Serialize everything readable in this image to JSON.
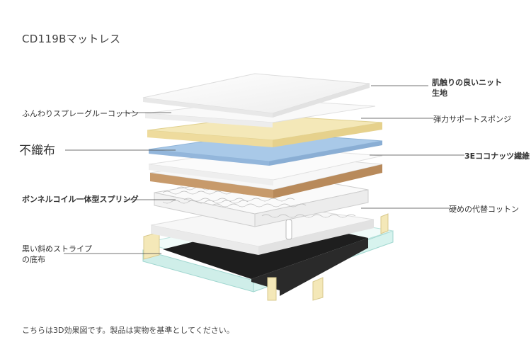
{
  "title": "CD119Bマットレス",
  "footnote": "こちらは3D効果図です。製品は実物を基準としてください。",
  "labels": {
    "top_knit_line1": "肌触りの良いニット",
    "top_knit_line2": "生地",
    "cotton_spray": "ふんわりスプレーグルーコットン",
    "support_sponge": "弾力サポートスポンジ",
    "nonwoven": "不織布",
    "coconut": "3Eココナッツ繊維",
    "spring": "ボンネルコイル一体型スプリング",
    "hard_cotton": "硬めの代替コットン",
    "bottom_line1": "黒い斜めストライプ",
    "bottom_line2": "の底布"
  },
  "colors": {
    "white_layer": "#f7f7f7",
    "sponge": "#f4e8b8",
    "nonwoven": "#a9c9e8",
    "coconut": "#c79a6b",
    "base_frame": "#cfeee9",
    "bottom_fabric": "#1e1e1e"
  }
}
